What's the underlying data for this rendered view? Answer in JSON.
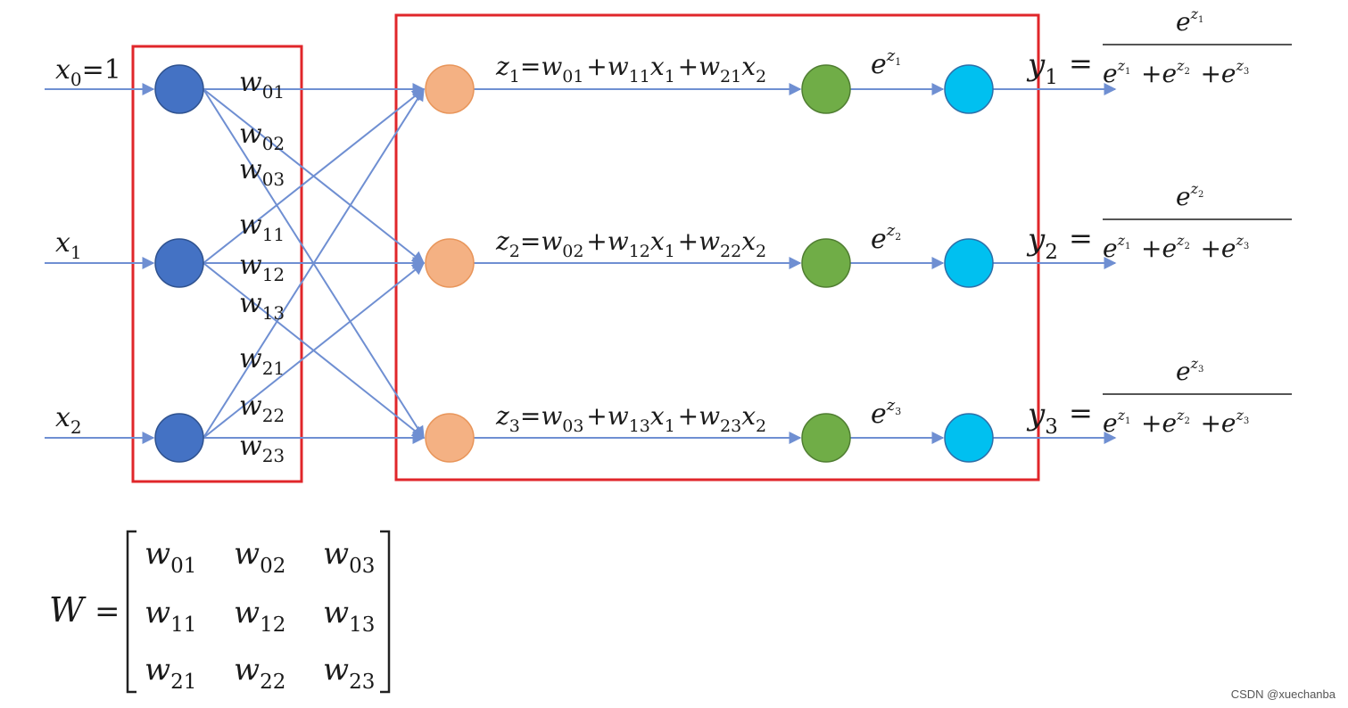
{
  "inputs": [
    {
      "base": "x",
      "sub": "0",
      "tail": "=1"
    },
    {
      "base": "x",
      "sub": "1",
      "tail": ""
    },
    {
      "base": "x",
      "sub": "2",
      "tail": ""
    }
  ],
  "weight_labels": [
    "01",
    "02",
    "03",
    "11",
    "12",
    "13",
    "21",
    "22",
    "23"
  ],
  "weight_symbol": "w",
  "z_formulas": [
    {
      "lhs_sub": "1",
      "terms": [
        {
          "w": "01",
          "x": ""
        },
        {
          "w": "11",
          "x": "1"
        },
        {
          "w": "21",
          "x": "2"
        }
      ]
    },
    {
      "lhs_sub": "2",
      "terms": [
        {
          "w": "02",
          "x": ""
        },
        {
          "w": "12",
          "x": "1"
        },
        {
          "w": "22",
          "x": "2"
        }
      ]
    },
    {
      "lhs_sub": "3",
      "terms": [
        {
          "w": "03",
          "x": ""
        },
        {
          "w": "13",
          "x": "1"
        },
        {
          "w": "23",
          "x": "2"
        }
      ]
    }
  ],
  "exp_labels": [
    "1",
    "2",
    "3"
  ],
  "outputs": [
    {
      "base": "y",
      "sub": "1"
    },
    {
      "base": "y",
      "sub": "2"
    },
    {
      "base": "y",
      "sub": "3"
    }
  ],
  "matrix": {
    "lhs": "W",
    "rows": [
      [
        "01",
        "02",
        "03"
      ],
      [
        "11",
        "12",
        "13"
      ],
      [
        "21",
        "22",
        "23"
      ]
    ]
  },
  "watermark": "CSDN @xuechanba",
  "colors": {
    "input_node": "#4472C4",
    "hidden_node": "#F4B183",
    "exp_node": "#70AD47",
    "output_node": "#00C0F0",
    "edge": "#6F8FD2",
    "box": "#E0262A"
  }
}
